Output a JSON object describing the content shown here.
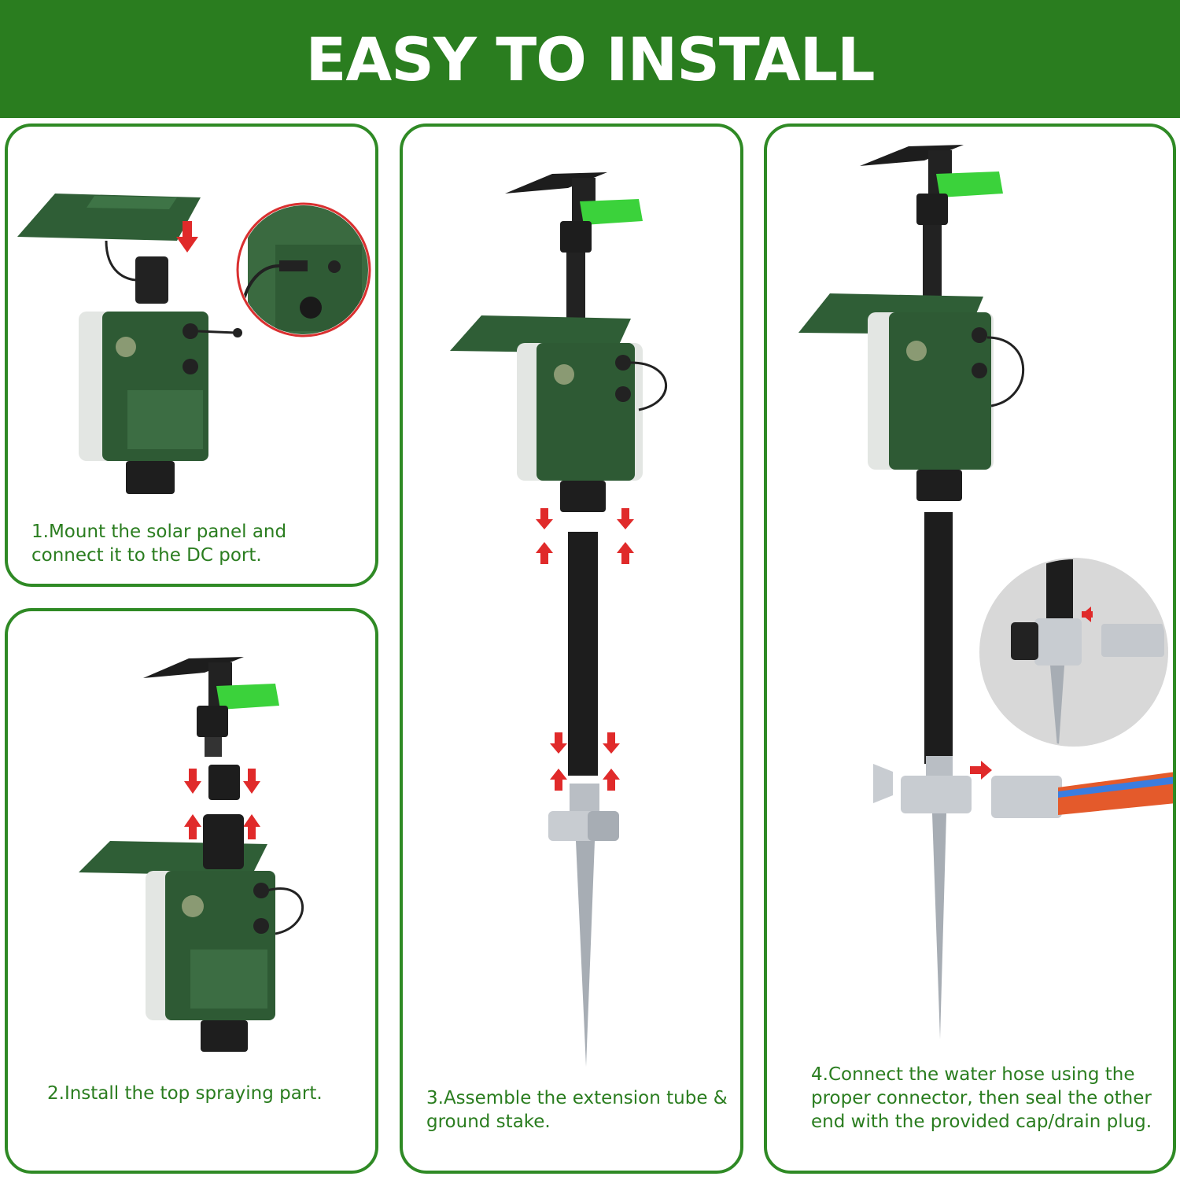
{
  "header": {
    "title": "EASY TO INSTALL"
  },
  "steps": [
    {
      "text": "1.Mount the solar panel and connect it to the DC port."
    },
    {
      "text": "2.Install the top spraying part."
    },
    {
      "text": "3.Assemble the extension tube & ground stake."
    },
    {
      "text": "4.Connect the water hose using the proper connector, then seal the other end with the provided cap/drain plug."
    }
  ],
  "colors": {
    "brand_green": "#2a7d1f",
    "device_green": "#2e5a34",
    "accent_lime": "#3bd23b",
    "arrow_red": "#e02a2a"
  }
}
